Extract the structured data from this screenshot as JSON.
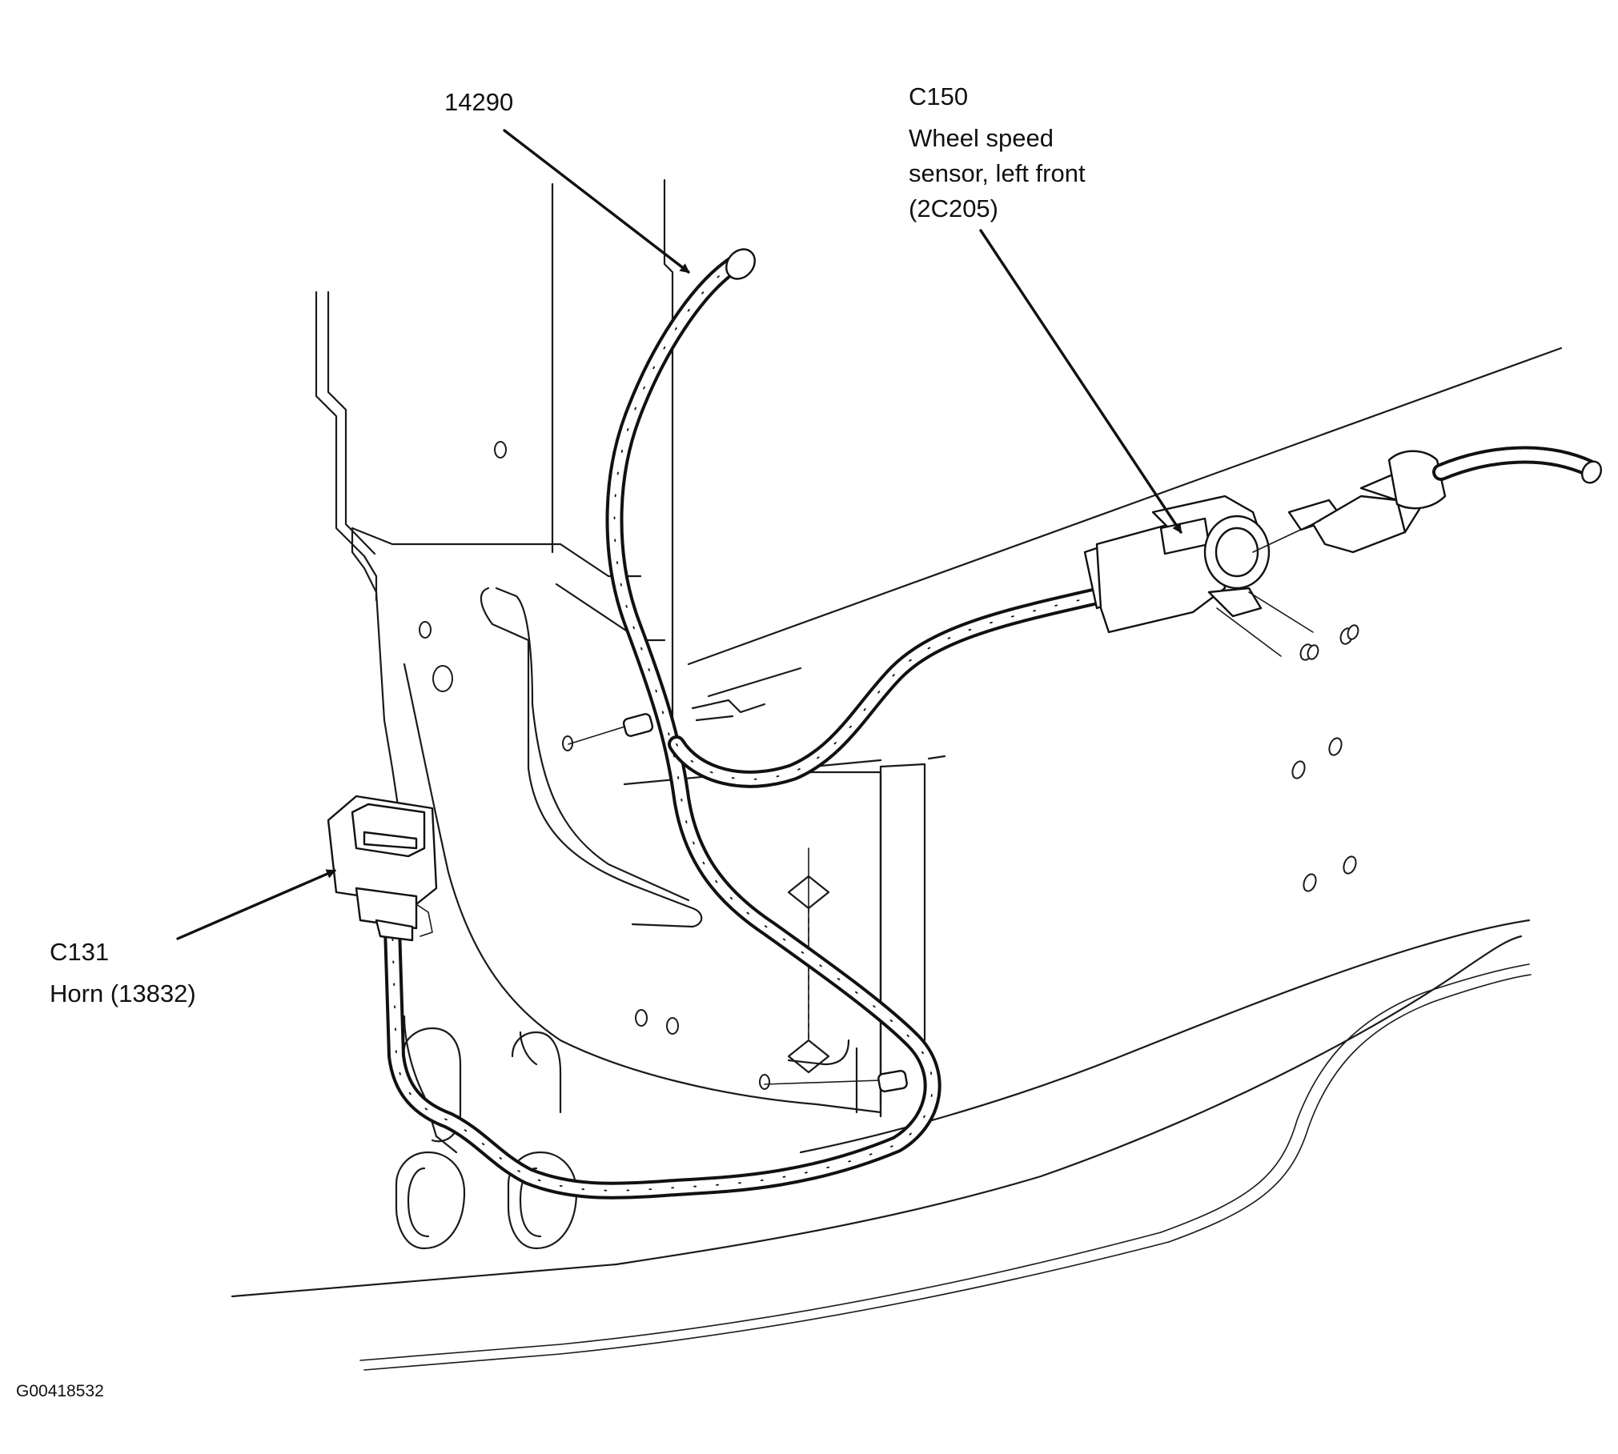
{
  "callouts": {
    "harness": {
      "label": "14290"
    },
    "wheel_speed_connector": {
      "code": "C150",
      "line1": "Wheel speed",
      "line2": "sensor, left front",
      "line3": "(2C205)"
    },
    "horn_connector": {
      "code": "C131",
      "line1": "Horn (13832)"
    }
  },
  "figure_id": "G00418532"
}
